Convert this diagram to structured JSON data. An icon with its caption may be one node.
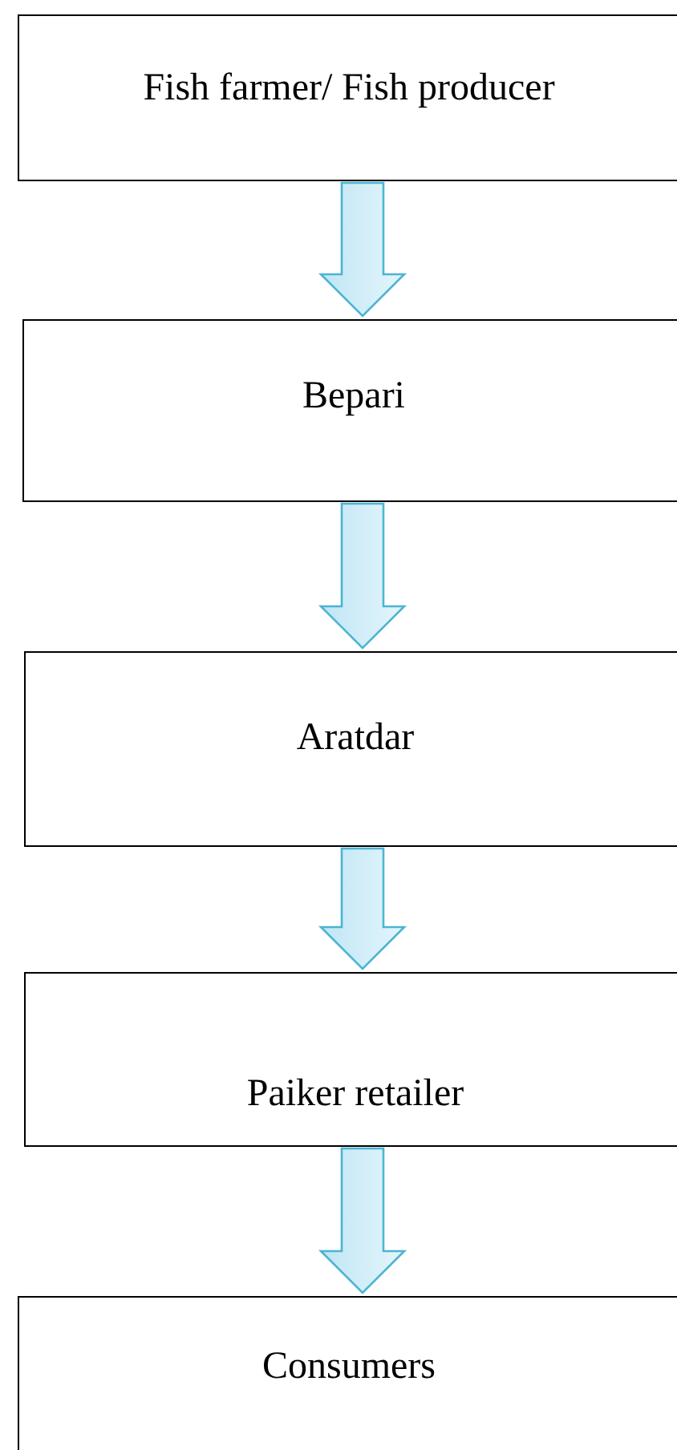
{
  "diagram": {
    "nodes": [
      {
        "text": [
          "Fish farmer/ Fish producer"
        ]
      },
      {
        "text": [
          "Bepari"
        ]
      },
      {
        "text": [
          "Aratdar"
        ]
      },
      {
        "text": [
          "Paiker retailer"
        ]
      },
      {
        "text": [
          "Consumers"
        ]
      }
    ],
    "edges": [
      {
        "from": 0,
        "to": 1,
        "arrow": "to"
      },
      {
        "from": 1,
        "to": 2,
        "arrow": "to"
      },
      {
        "from": 2,
        "to": 3,
        "arrow": "to"
      },
      {
        "from": 3,
        "to": 4,
        "arrow": "to"
      }
    ]
  }
}
